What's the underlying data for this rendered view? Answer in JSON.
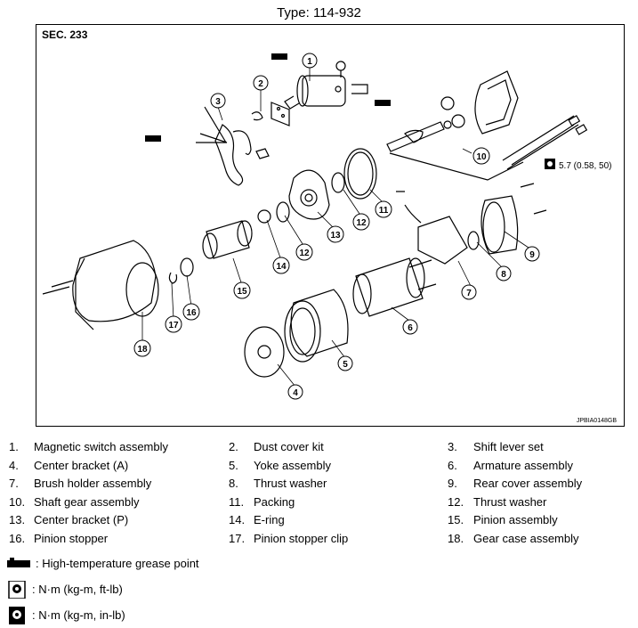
{
  "title": "Type: 114-932",
  "section": "SEC. 233",
  "figure_code": "JPBIA0148GB",
  "torque_spec": "5.7 (0.58, 50)",
  "callouts": [
    "1",
    "2",
    "3",
    "4",
    "5",
    "6",
    "7",
    "8",
    "9",
    "10",
    "11",
    "12",
    "12",
    "13",
    "14",
    "15",
    "16",
    "17",
    "18"
  ],
  "parts": [
    {
      "n": "1.",
      "name": "Magnetic switch assembly"
    },
    {
      "n": "2.",
      "name": "Dust cover kit"
    },
    {
      "n": "3.",
      "name": "Shift lever set"
    },
    {
      "n": "4.",
      "name": "Center bracket (A)"
    },
    {
      "n": "5.",
      "name": "Yoke assembly"
    },
    {
      "n": "6.",
      "name": "Armature assembly"
    },
    {
      "n": "7.",
      "name": "Brush holder assembly"
    },
    {
      "n": "8.",
      "name": "Thrust washer"
    },
    {
      "n": "9.",
      "name": "Rear cover assembly"
    },
    {
      "n": "10.",
      "name": "Shaft gear assembly"
    },
    {
      "n": "11.",
      "name": "Packing"
    },
    {
      "n": "12.",
      "name": "Thrust washer"
    },
    {
      "n": "13.",
      "name": "Center bracket (P)"
    },
    {
      "n": "14.",
      "name": "E-ring"
    },
    {
      "n": "15.",
      "name": "Pinion assembly"
    },
    {
      "n": "16.",
      "name": "Pinion stopper"
    },
    {
      "n": "17.",
      "name": "Pinion stopper clip"
    },
    {
      "n": "18.",
      "name": "Gear case assembly"
    }
  ],
  "keys": [
    {
      "icon": "grease-point-icon",
      "text": ": High-temperature grease point"
    },
    {
      "icon": "torque-wrench-icon",
      "text": ": N·m (kg-m, ft-lb)"
    },
    {
      "icon": "torque-wrench-inlb-icon",
      "text": ": N·m (kg-m, in-lb)"
    }
  ]
}
